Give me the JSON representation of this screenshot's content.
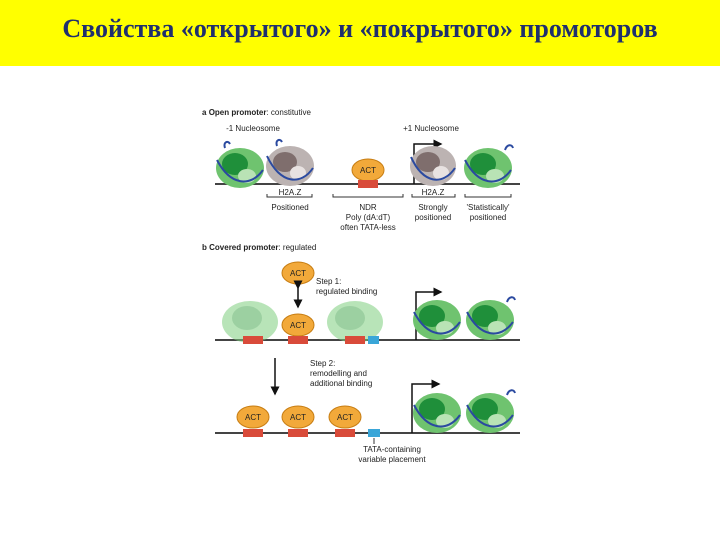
{
  "slide": {
    "title": "Свойства «открытого» и «покрытого» промоторов",
    "colors": {
      "title_bg": "#ffff00",
      "title_text": "#1f2f6e",
      "nucleosome_green": "#3aa84a",
      "h2az_gray": "#8d7f7e",
      "act_orange": "#f2a93a",
      "site_red": "#d94b3a",
      "tata_blue": "#3aa6d8"
    }
  },
  "panel_a": {
    "letter": "a",
    "heading_bold": "Open promoter",
    "heading_rest": ": constitutive",
    "minus1": "-1 Nucleosome",
    "plus1": "+1 Nucleosome",
    "act": "ACT",
    "h2az_left": "H2A.Z",
    "h2az_right": "H2A.Z",
    "cap_positioned": "Positioned",
    "cap_ndr_1": "NDR",
    "cap_ndr_2": "Poly (dA:dT)",
    "cap_ndr_3": "often TATA-less",
    "cap_strong_1": "Strongly",
    "cap_strong_2": "positioned",
    "cap_stat_1": "'Statistically'",
    "cap_stat_2": "positioned"
  },
  "panel_b": {
    "letter": "b",
    "heading_bold": "Covered promoter",
    "heading_rest": ": regulated",
    "act": "ACT",
    "step1_1": "Step 1:",
    "step1_2": "regulated binding",
    "step2_1": "Step 2:",
    "step2_2": "remodelling and",
    "step2_3": "additional binding",
    "tata_1": "TATA-containing",
    "tata_2": "variable placement"
  }
}
